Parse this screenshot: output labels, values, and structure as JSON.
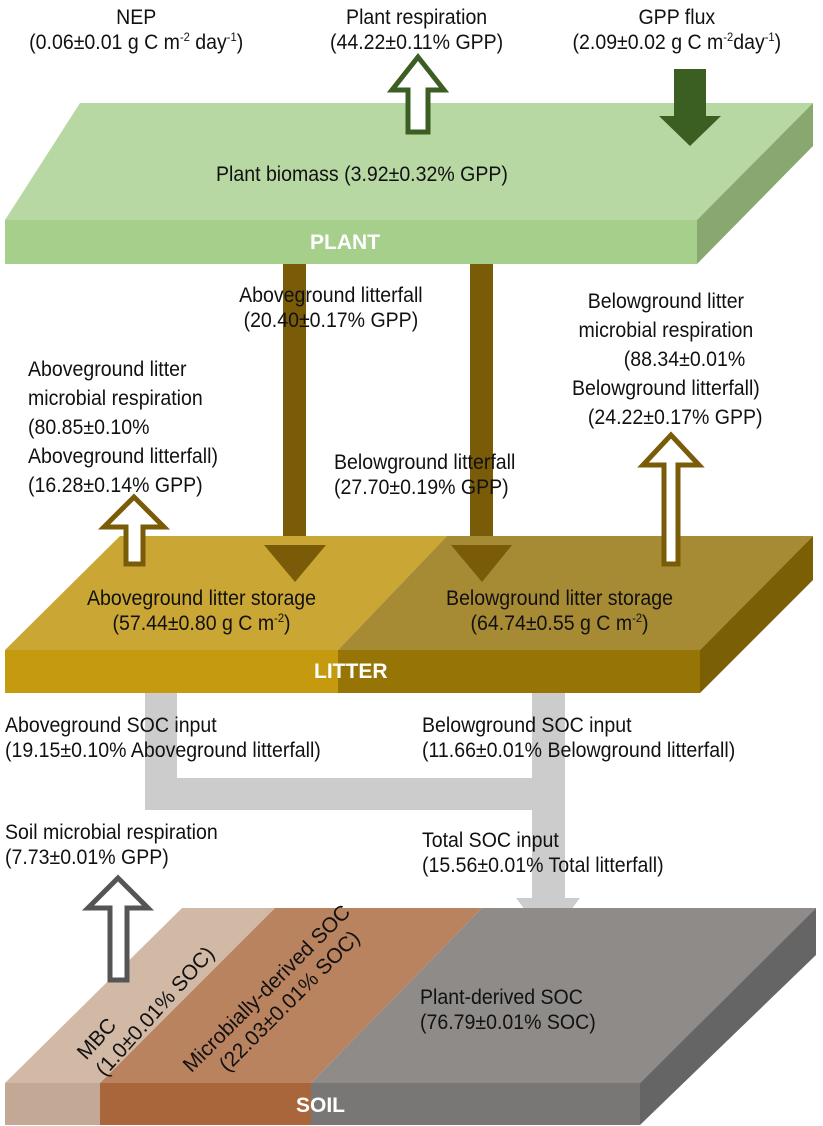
{
  "top_fluxes": {
    "nep": {
      "name": "NEP",
      "value": "(0.06±0.01 g C m",
      "sup1": "-2",
      "mid": " day",
      "sup2": "-1",
      "end": ")"
    },
    "plant_respiration": {
      "name": "Plant respiration",
      "value": "(44.22±0.11% GPP)"
    },
    "gpp_flux": {
      "name": "GPP flux",
      "value": "(2.09±0.02 g C m",
      "sup1": "-2",
      "mid": "day",
      "sup2": "-1",
      "end": ")"
    }
  },
  "plant": {
    "label": "PLANT",
    "biomass": "Plant biomass (3.92±0.32% GPP)"
  },
  "litterfall": {
    "aboveground": {
      "name": "Aboveground litterfall",
      "value": "(20.40±0.17% GPP)"
    },
    "belowground": {
      "name": "Belowground litterfall",
      "value": "(27.70±0.19% GPP)"
    }
  },
  "litter_respiration": {
    "aboveground": {
      "line1": "Aboveground litter",
      "line2": "microbial respiration",
      "line3": "(80.85±0.10%",
      "line4": "Aboveground litterfall)",
      "line5": "(16.28±0.14% GPP)"
    },
    "belowground": {
      "line1": "Belowground litter",
      "line2": "microbial respiration",
      "line3": "(88.34±0.01%",
      "line4": "Belowground litterfall)",
      "line5": "(24.22±0.17% GPP)"
    }
  },
  "litter": {
    "label": "LITTER",
    "aboveground_storage": {
      "name": "Aboveground litter storage",
      "value": "(57.44±0.80 g C m",
      "sup": "-2",
      "end": ")"
    },
    "belowground_storage": {
      "name": "Belowground litter storage",
      "value": "(64.74±0.55 g C m",
      "sup": "-2",
      "end": ")"
    }
  },
  "soc_input": {
    "aboveground": {
      "name": "Aboveground SOC input",
      "value": "(19.15±0.10% Aboveground litterfall)"
    },
    "belowground": {
      "name": "Belowground SOC input",
      "value": "(11.66±0.01% Belowground litterfall)"
    },
    "total": {
      "name": "Total SOC input",
      "value": "(15.56±0.01% Total litterfall)"
    }
  },
  "soil_respiration": {
    "name": "Soil microbial respiration",
    "value": "(7.73±0.01% GPP)"
  },
  "soil": {
    "label": "SOIL",
    "mbc": {
      "name": "MBC",
      "value": "(1.0±0.01% SOC)"
    },
    "microbial_soc": {
      "name": "Microbially-derived SOC",
      "value": "(22.03±0.01% SOC)"
    },
    "plant_soc": {
      "name": "Plant-derived SOC",
      "value": "(76.79±0.01% SOC)"
    }
  },
  "colors": {
    "plant_top": "#b7d8a2",
    "plant_front": "#a6cf8c",
    "plant_side": "#88a870",
    "plant_arrow": "#3b5e23",
    "litter_arrow": "#7a5c08",
    "litter_above_top": "#caa634",
    "litter_above_front": "#c59a0e",
    "litter_below_top": "#a78a34",
    "litter_below_front": "#967405",
    "litter_side": "#7a5f04",
    "soc_flow": "#cccccc",
    "soil_arrow": "#555555",
    "soil_mbc_top": "#d2b9a6",
    "soil_mbc_front": "#c4a896",
    "soil_micro_top": "#b98360",
    "soil_micro_front": "#a9663a",
    "soil_plant_top": "#8e8b89",
    "soil_plant_front": "#797676",
    "soil_side": "#666565"
  }
}
